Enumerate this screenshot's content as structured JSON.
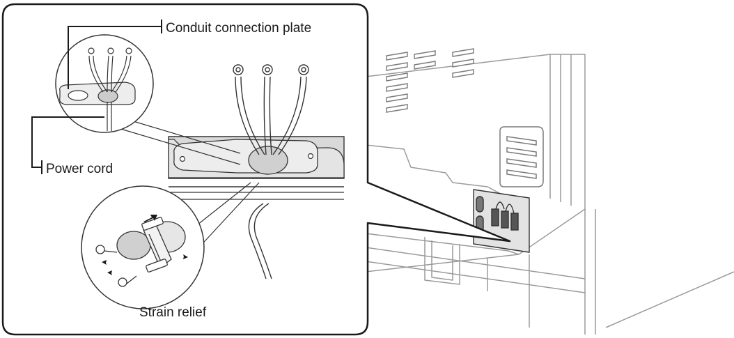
{
  "labels": {
    "conduit_connection_plate": "Conduit connection plate",
    "power_cord": "Power cord",
    "strain_relief": "Strain relief"
  },
  "colors": {
    "panel_fill": "#d9d9d9",
    "line": "#333333",
    "appliance_line": "#9a9a9a",
    "background": "#ffffff"
  }
}
